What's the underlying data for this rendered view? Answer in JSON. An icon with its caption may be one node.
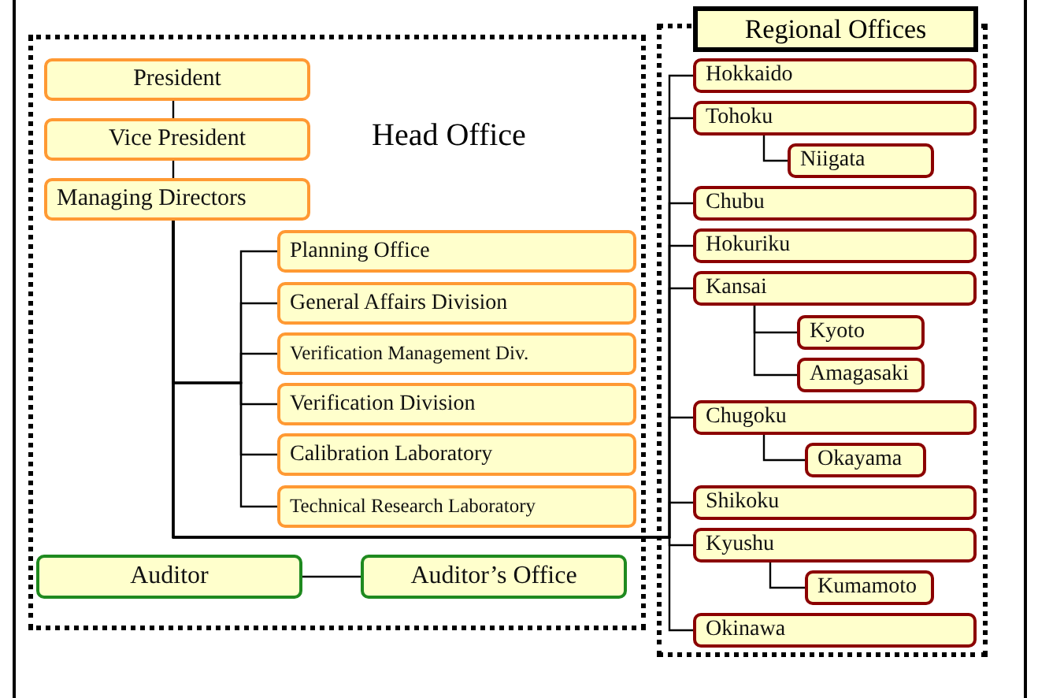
{
  "diagram": {
    "nodes": [
      {
        "text": [
          "Head Office"
        ]
      },
      {
        "text": [
          "President"
        ],
        "in": 0
      },
      {
        "text": [
          "Vice President"
        ],
        "in": 0
      },
      {
        "text": [
          "Managing Directors"
        ],
        "in": 0
      },
      {
        "text": [
          "Planning Office"
        ],
        "in": 0
      },
      {
        "text": [
          "General Affairs Division"
        ],
        "in": 0
      },
      {
        "text": [
          "Verification Management Div."
        ],
        "in": 0
      },
      {
        "text": [
          "Verification Division"
        ],
        "in": 0
      },
      {
        "text": [
          "Calibration Laboratory"
        ],
        "in": 0
      },
      {
        "text": [
          "Technical Research Laboratory"
        ],
        "in": 0
      },
      {
        "text": [
          "Auditor"
        ],
        "in": 0
      },
      {
        "text": [
          "Auditor’s Office"
        ],
        "in": 0
      },
      {
        "text": [
          "Regional Offices"
        ]
      },
      {
        "text": [
          "Hokkaido"
        ],
        "in": 12
      },
      {
        "text": [
          "Tohoku"
        ],
        "in": 12
      },
      {
        "text": [
          "Niigata"
        ],
        "in": 12
      },
      {
        "text": [
          "Chubu"
        ],
        "in": 12
      },
      {
        "text": [
          "Hokuriku"
        ],
        "in": 12
      },
      {
        "text": [
          "Kansai"
        ],
        "in": 12
      },
      {
        "text": [
          "Kyoto"
        ],
        "in": 12
      },
      {
        "text": [
          "Amagasaki"
        ],
        "in": 12
      },
      {
        "text": [
          "Chugoku"
        ],
        "in": 12
      },
      {
        "text": [
          "Okayama"
        ],
        "in": 12
      },
      {
        "text": [
          "Shikoku"
        ],
        "in": 12
      },
      {
        "text": [
          "Kyushu"
        ],
        "in": 12
      },
      {
        "text": [
          "Kumamoto"
        ],
        "in": 12
      },
      {
        "text": [
          "Okinawa"
        ],
        "in": 12
      }
    ],
    "edges": [
      {
        "from": 1,
        "to": 2,
        "arrow": "none"
      },
      {
        "from": 2,
        "to": 3,
        "arrow": "none"
      },
      {
        "from": 3,
        "to": 4,
        "arrow": "none"
      },
      {
        "from": 3,
        "to": 5,
        "arrow": "none"
      },
      {
        "from": 3,
        "to": 6,
        "arrow": "none"
      },
      {
        "from": 3,
        "to": 7,
        "arrow": "none"
      },
      {
        "from": 3,
        "to": 8,
        "arrow": "none"
      },
      {
        "from": 3,
        "to": 9,
        "arrow": "none"
      },
      {
        "from": 3,
        "to": 13,
        "arrow": "none"
      },
      {
        "from": 3,
        "to": 14,
        "arrow": "none"
      },
      {
        "from": 3,
        "to": 16,
        "arrow": "none"
      },
      {
        "from": 3,
        "to": 17,
        "arrow": "none"
      },
      {
        "from": 3,
        "to": 18,
        "arrow": "none"
      },
      {
        "from": 3,
        "to": 21,
        "arrow": "none"
      },
      {
        "from": 3,
        "to": 23,
        "arrow": "none"
      },
      {
        "from": 3,
        "to": 24,
        "arrow": "none"
      },
      {
        "from": 3,
        "to": 26,
        "arrow": "none"
      },
      {
        "from": 10,
        "to": 11,
        "arrow": "none"
      },
      {
        "from": 14,
        "to": 15,
        "arrow": "none"
      },
      {
        "from": 18,
        "to": 19,
        "arrow": "none"
      },
      {
        "from": 18,
        "to": 20,
        "arrow": "none"
      },
      {
        "from": 21,
        "to": 22,
        "arrow": "none"
      },
      {
        "from": 24,
        "to": 25,
        "arrow": "none"
      }
    ]
  }
}
